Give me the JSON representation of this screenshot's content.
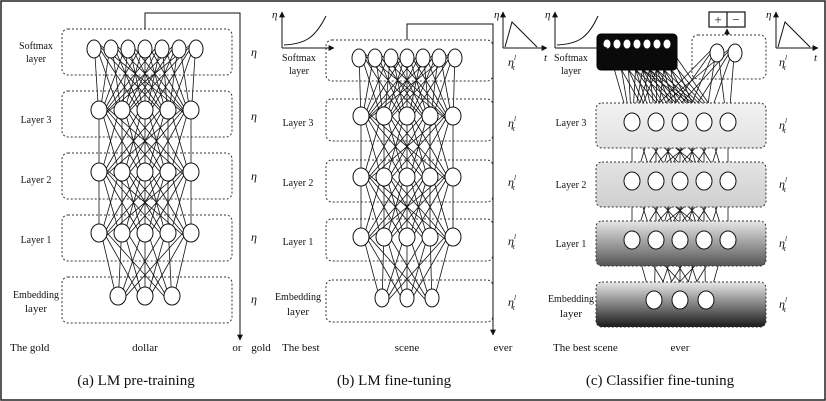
{
  "panels": [
    {
      "caption": "(a) LM pre-training",
      "layers": [
        {
          "label_line1": "Softmax",
          "label_line2": "layer",
          "rate": "η"
        },
        {
          "label_line1": "Layer 3",
          "rate": "η"
        },
        {
          "label_line1": "Layer 2",
          "rate": "η"
        },
        {
          "label_line1": "Layer 1",
          "rate": "η"
        },
        {
          "label_line1": "Embedding",
          "label_line2": "layer",
          "rate": "η"
        }
      ],
      "input_words": [
        "The gold",
        "dollar",
        "or",
        "gold"
      ]
    },
    {
      "caption": "(b) LM fine-tuning",
      "schedule_y_label": "η",
      "schedule_x_label": "t",
      "layers": [
        {
          "label_line1": "Softmax",
          "label_line2": "layer",
          "rate": "η",
          "rate_sup": "l",
          "rate_sub": "t"
        },
        {
          "label_line1": "Layer 3",
          "rate": "η",
          "rate_sup": "l",
          "rate_sub": "t"
        },
        {
          "label_line1": "Layer 2",
          "rate": "η",
          "rate_sup": "l",
          "rate_sub": "t"
        },
        {
          "label_line1": "Layer 1",
          "rate": "η",
          "rate_sup": "l",
          "rate_sub": "t"
        },
        {
          "label_line1": "Embedding",
          "label_line2": "layer",
          "rate": "η",
          "rate_sup": "l",
          "rate_sub": "t"
        }
      ],
      "input_words": [
        "The best",
        "scene",
        "ever"
      ]
    },
    {
      "caption": "(c) Classifier fine-tuning",
      "schedule_y_label": "η",
      "schedule_x_label": "t",
      "output_symbols": [
        "+",
        "−"
      ],
      "layers": [
        {
          "label_line1": "Softmax",
          "label_line2": "layer",
          "rate": "η",
          "rate_sup": "l",
          "rate_sub": "t"
        },
        {
          "label_line1": "Layer 3",
          "rate": "η",
          "rate_sup": "l",
          "rate_sub": "t"
        },
        {
          "label_line1": "Layer 2",
          "rate": "η",
          "rate_sup": "l",
          "rate_sub": "t"
        },
        {
          "label_line1": "Layer 1",
          "rate": "η",
          "rate_sup": "l",
          "rate_sub": "t"
        },
        {
          "label_line1": "Embedding",
          "label_line2": "layer",
          "rate": "η",
          "rate_sup": "l",
          "rate_sub": "t"
        }
      ],
      "input_words": [
        "The best scene",
        "ever"
      ]
    }
  ]
}
